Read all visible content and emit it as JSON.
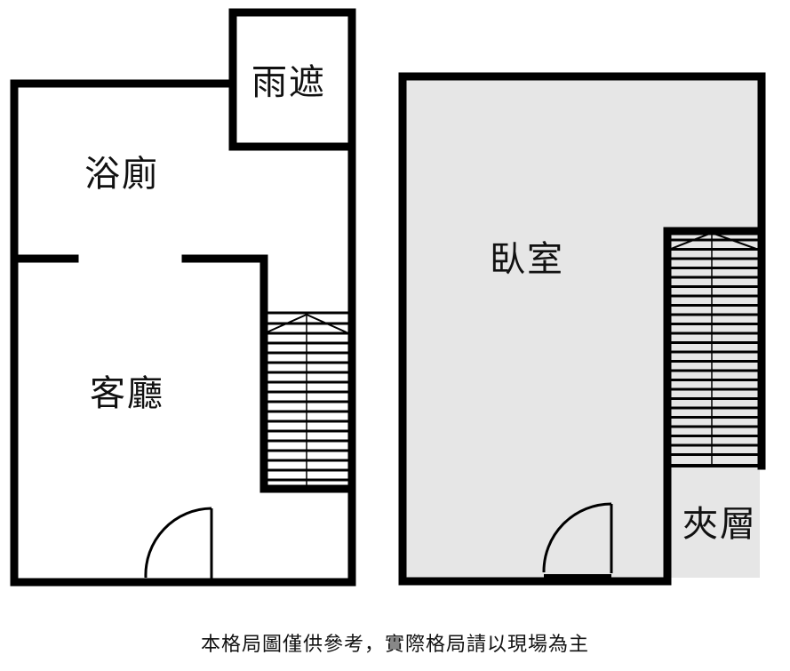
{
  "rooms": {
    "canopy": "雨遮",
    "bathroom": "浴廁",
    "living_room": "客廳",
    "bedroom": "臥室",
    "mezzanine": "夾層"
  },
  "disclaimer": "本格局圖僅供參考，實際格局請以現場為主",
  "colors": {
    "wall": "#000000",
    "bedroom_fill": "#e6e6e6",
    "background": "#ffffff"
  }
}
